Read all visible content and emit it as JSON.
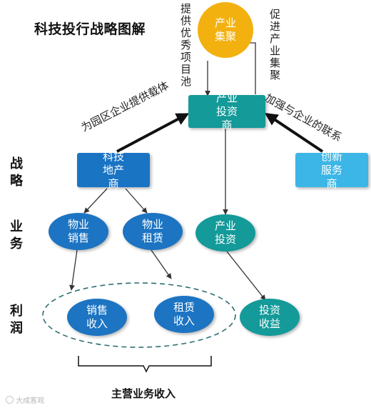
{
  "title": "科技投行战略图解",
  "nodes": {
    "industry_cluster": "产业集聚",
    "industry_investor": "产业投资商",
    "tech_developer": "科技地产商",
    "innovation_service": "创新服务商",
    "property_sales": "物业销售",
    "property_lease": "物业租赁",
    "industry_invest": "产业投资",
    "sales_revenue": "销售收入",
    "lease_revenue": "租赁收入",
    "invest_return": "投资收益"
  },
  "edge_labels": {
    "provide_pool": "提供优秀项目池",
    "promote_cluster": "促进产业集聚",
    "park_carrier": "为园区企业提供载体",
    "strengthen_link": "加强与企业的联系"
  },
  "row_labels": {
    "strategy": "战略",
    "business": "业务",
    "profit": "利润"
  },
  "footer": "主营业务收入",
  "watermark": "大成客观",
  "colors": {
    "dark_blue": "#1a74c4",
    "light_blue": "#3bb6e6",
    "teal": "#139a99",
    "gold": "#f3b10f"
  }
}
